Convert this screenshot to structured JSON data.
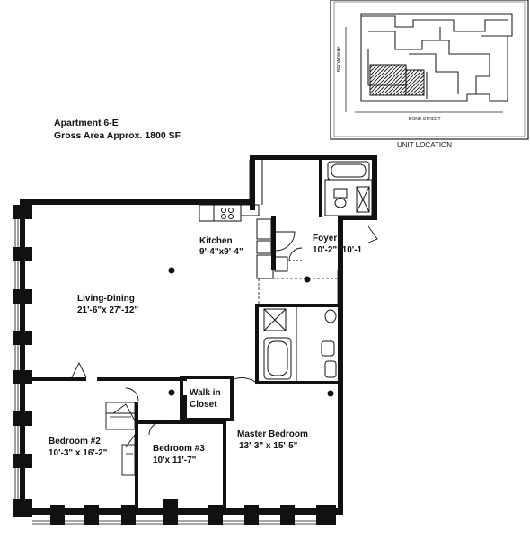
{
  "header": {
    "apartment": "Apartment 6-E",
    "gross_area": "Gross Area Approx. 1800 SF"
  },
  "unit_location": {
    "caption": "UNIT LOCATION",
    "street_left": "BROADWAY",
    "street_bottom": "BOND STREET"
  },
  "rooms": {
    "kitchen": {
      "name": "Kitchen",
      "size": "9'-4\"x9'-4\""
    },
    "foyer": {
      "name": "Foyer",
      "size": "10'-2\"x10'-1"
    },
    "living": {
      "name": "Living-Dining",
      "size": "21'-6\"x 27'-12\""
    },
    "walkin": {
      "line1": "Walk in",
      "line2": "Closet"
    },
    "master": {
      "name": "Master Bedroom",
      "size": "13'-3\" x 15'-5\""
    },
    "bed2": {
      "name": "Bedroom #2",
      "size": "10'-3\" x 16'-2\""
    },
    "bed3": {
      "name": "Bedroom #3",
      "size": "10'x 11'-7\""
    }
  },
  "colors": {
    "wall": "#111111",
    "background": "#ffffff",
    "hatch": "#333333"
  }
}
